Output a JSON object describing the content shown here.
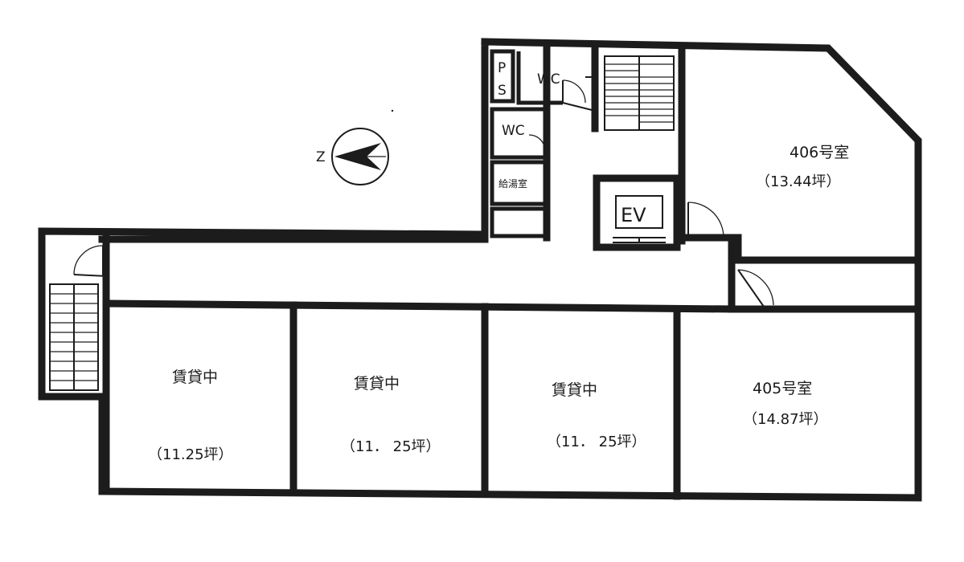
{
  "compass": {
    "label": "Z"
  },
  "rooms": {
    "r406": {
      "name": "406号室",
      "area": "（13.44坪）"
    },
    "r405": {
      "name": "405号室",
      "area": "（14.87坪）"
    },
    "u1": {
      "name": "賃貸中",
      "area": "（11.25坪）"
    },
    "u2": {
      "name": "賃貸中",
      "area": "（11． 25坪）"
    },
    "u3": {
      "name": "賃貸中",
      "area": "（11． 25坪）"
    }
  },
  "service": {
    "ps_top": "P",
    "ps_bottom": "S",
    "wc1": "WC",
    "wc2": "WC",
    "kitchen": "給湯室",
    "ev": "EV"
  },
  "colors": {
    "wall": "#1c1c1c",
    "paper": "#ffffff"
  }
}
